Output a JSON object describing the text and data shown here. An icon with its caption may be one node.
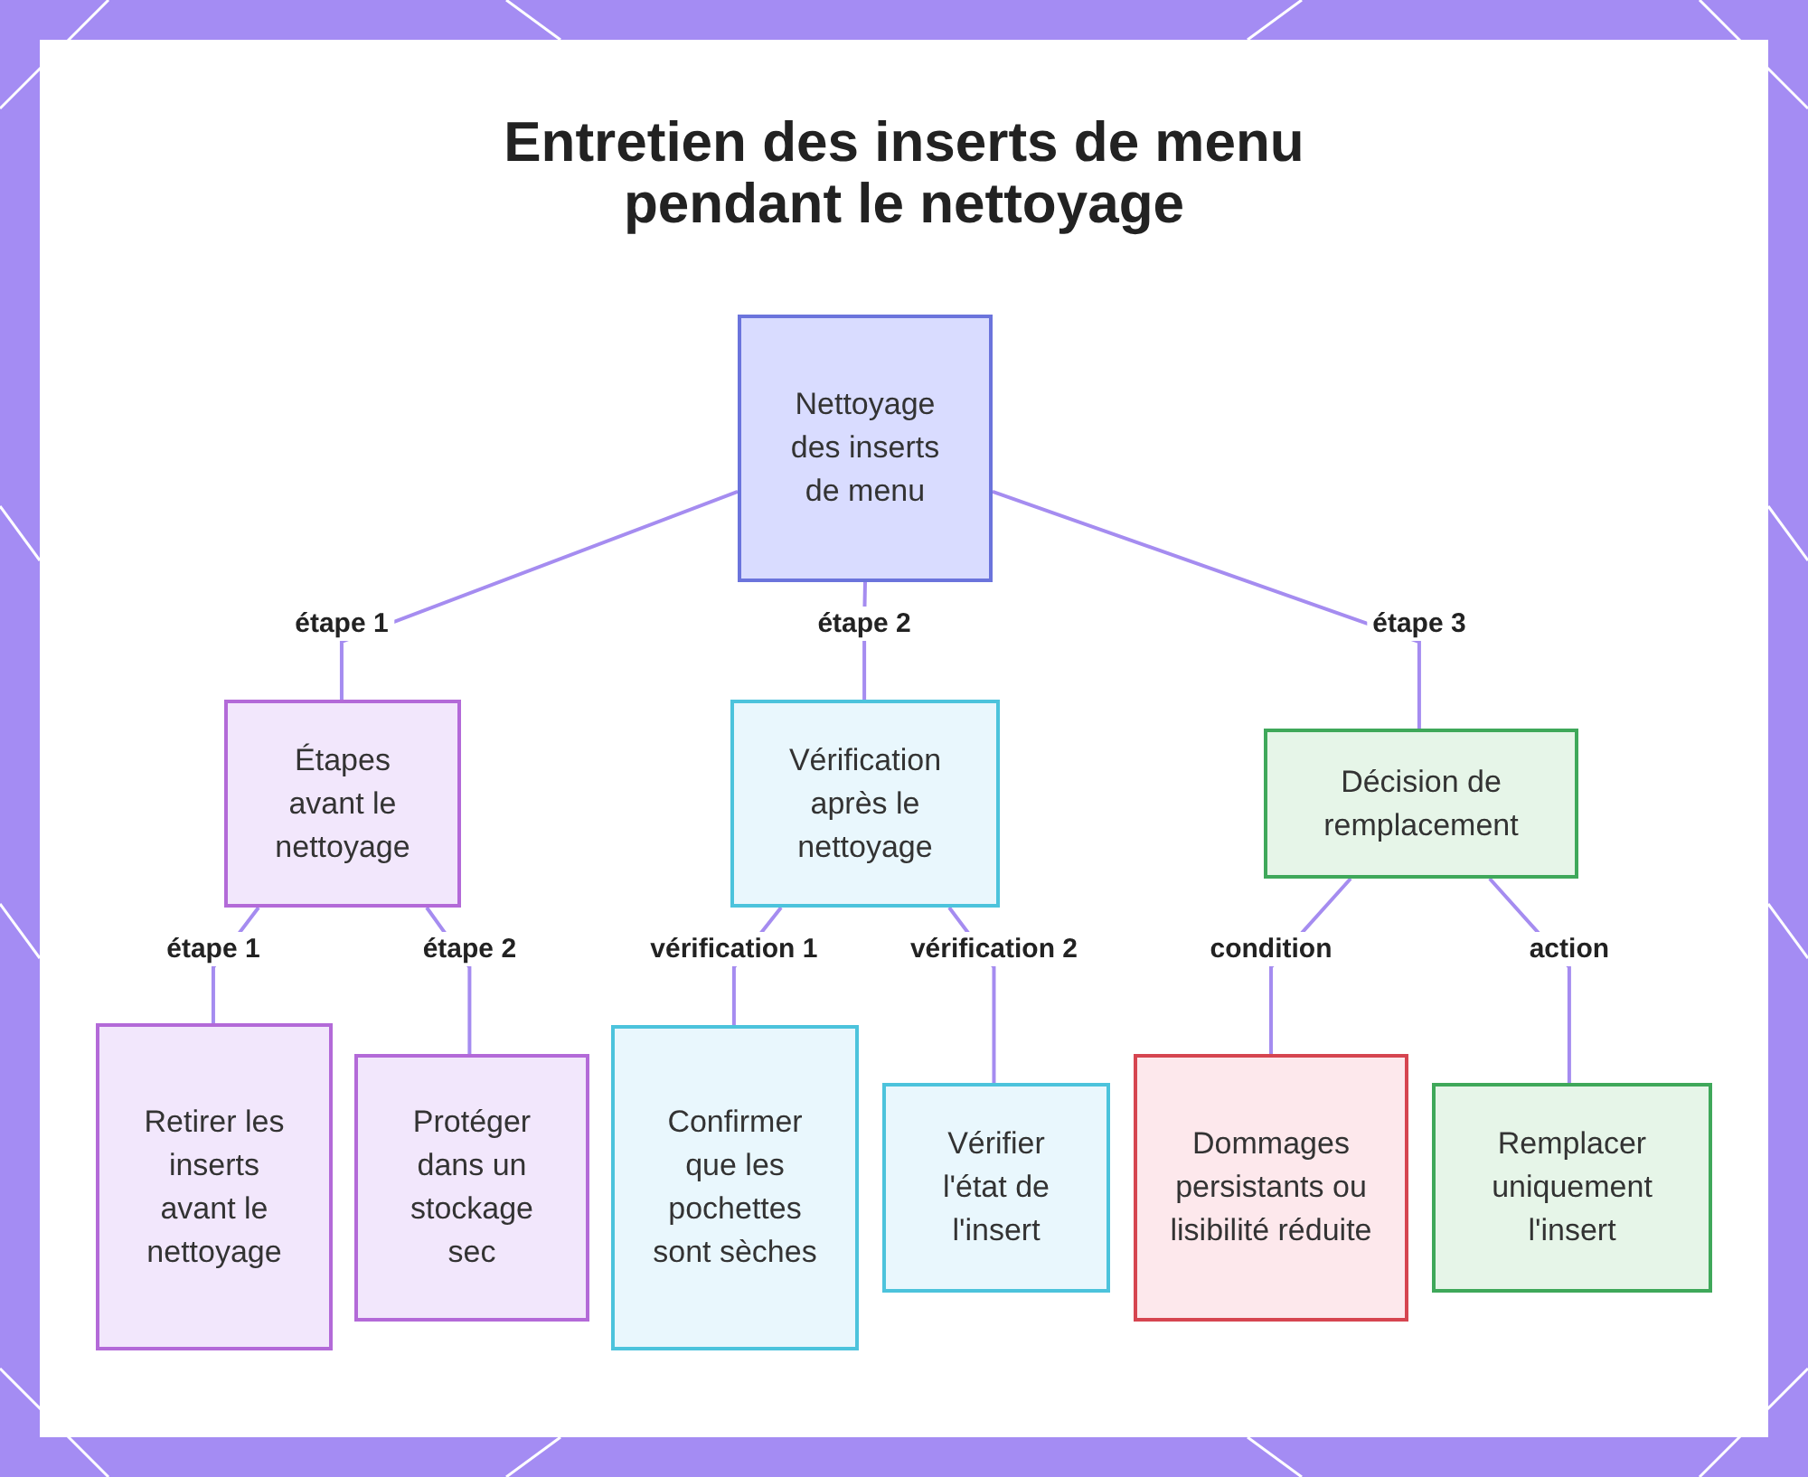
{
  "diagram": {
    "title": "Entretien des inserts de menu pendant le nettoyage",
    "nodes": [
      {
        "text": [
          "Nettoyage des inserts de menu"
        ]
      },
      {
        "text": [
          "Étapes avant le nettoyage"
        ]
      },
      {
        "text": [
          "Vérification après le nettoyage"
        ]
      },
      {
        "text": [
          "Décision de remplacement"
        ]
      },
      {
        "text": [
          "Retirer les inserts avant le nettoyage"
        ]
      },
      {
        "text": [
          "Protéger dans un stockage sec"
        ]
      },
      {
        "text": [
          "Confirmer que les pochettes sont sèches"
        ]
      },
      {
        "text": [
          "Vérifier l'état de l'insert"
        ]
      },
      {
        "text": [
          "Dommages persistants ou lisibilité réduite"
        ]
      },
      {
        "text": [
          "Remplacer uniquement l'insert"
        ]
      }
    ],
    "edges": [
      {
        "from": 0,
        "to": 1,
        "arrow": "none",
        "label": "étape 1"
      },
      {
        "from": 0,
        "to": 2,
        "arrow": "none",
        "label": "étape 2"
      },
      {
        "from": 0,
        "to": 3,
        "arrow": "none",
        "label": "étape 3"
      },
      {
        "from": 1,
        "to": 4,
        "arrow": "none",
        "label": "étape 1"
      },
      {
        "from": 1,
        "to": 5,
        "arrow": "none",
        "label": "étape 2"
      },
      {
        "from": 2,
        "to": 6,
        "arrow": "none",
        "label": "vérification 1"
      },
      {
        "from": 2,
        "to": 7,
        "arrow": "none",
        "label": "vérification 2"
      },
      {
        "from": 3,
        "to": 8,
        "arrow": "none",
        "label": "condition"
      },
      {
        "from": 3,
        "to": 9,
        "arrow": "none",
        "label": "action"
      }
    ]
  }
}
